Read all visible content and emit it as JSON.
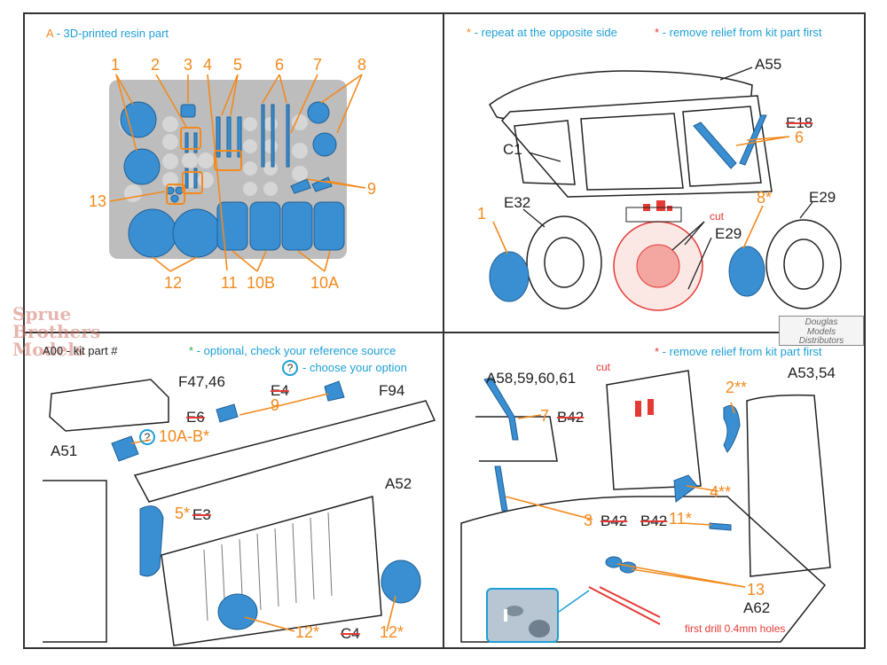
{
  "watermark": [
    "Sprue",
    "Brothers",
    "Models"
  ],
  "distributor_logo": [
    "Douglas",
    "Models",
    "Distributors"
  ],
  "panel_tl": {
    "legend_key": "A",
    "legend_text": " - 3D-printed resin part",
    "numbers": [
      "1",
      "2",
      "3",
      "4",
      "5",
      "6",
      "7",
      "8",
      "9",
      "13",
      "12",
      "11",
      "10B",
      "10A"
    ]
  },
  "panel_tr": {
    "legend_repeat": " - repeat at the opposite side",
    "legend_remove": " - remove relief from kit part first",
    "star": "*",
    "labels": {
      "a55": "A55",
      "c1": "C1",
      "e18": "E18",
      "e32": "E32",
      "e29a": "E29",
      "e29b": "E29"
    },
    "numbers": {
      "n6": "6",
      "n1": "1",
      "n8": "8"
    },
    "cut": "cut"
  },
  "panel_bl": {
    "legend_kitpart": "A00 - kit part #",
    "legend_optional": " - optional, check your reference source",
    "legend_choose": " - choose your option",
    "question": "?",
    "labels": {
      "f4746": "F47,46",
      "e4": "E4",
      "f94": "F94",
      "e6": "E6",
      "a51": "A51",
      "a52": "A52",
      "e3": "E3",
      "c4": "C4"
    },
    "numbers": {
      "n9": "9",
      "n10ab": "10A-B",
      "n5": "5",
      "n12a": "12",
      "n12b": "12"
    }
  },
  "panel_br": {
    "legend_remove": " - remove relief from kit part first",
    "labels": {
      "a58": "A58,59,60,61",
      "a5354": "A53,54",
      "b42a": "B42",
      "b42b": "B42",
      "b42c": "B42",
      "a62": "A62"
    },
    "numbers": {
      "n7": "7",
      "n2": "2",
      "n4": "4",
      "n3": "3",
      "n11": "11",
      "n13": "13"
    },
    "cut": "cut",
    "drill_note": "first drill 0.4mm holes"
  },
  "colors": {
    "orange": "#f28a1e",
    "blue": "#1e9fd6",
    "part_blue": "#3a8fd2",
    "red": "#e53935",
    "green": "#2eaa4a"
  }
}
